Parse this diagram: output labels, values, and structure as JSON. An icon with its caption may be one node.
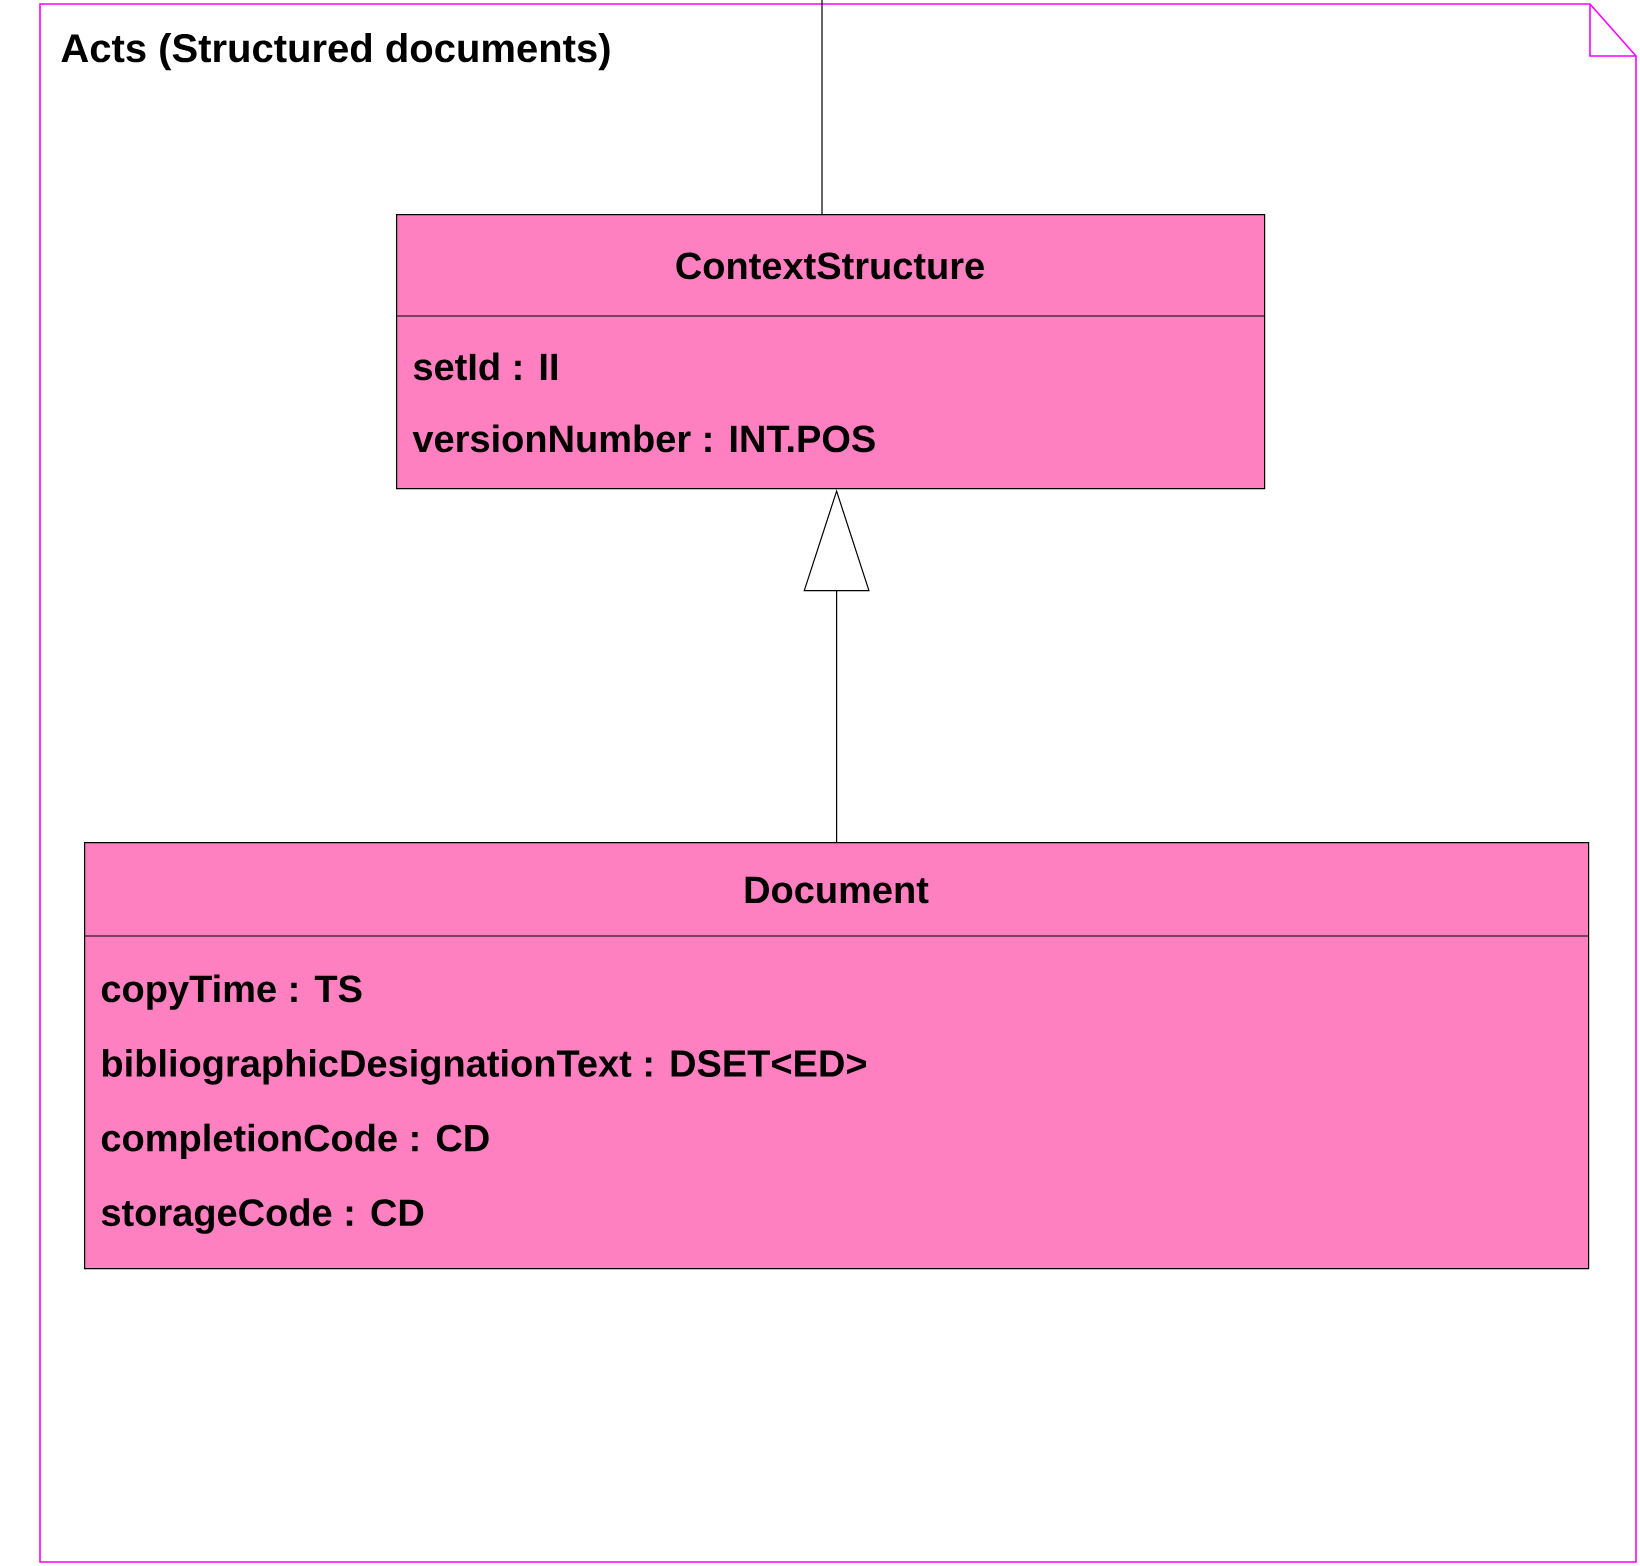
{
  "diagram": {
    "nodes": [
      {
        "text": [
          "Acts (Structured documents)"
        ]
      },
      {
        "text": [
          "ContextStructure",
          "setId : II",
          "versionNumber : INT.POS"
        ],
        "in": 0
      },
      {
        "text": [
          "Document",
          "copyTime : TS",
          "bibliographicDesignationText : DSET<ED>",
          "completionCode : CD",
          "storageCode : CD"
        ],
        "in": 0
      }
    ],
    "edges": [
      {
        "from": null,
        "to": 1,
        "arrow": "none"
      },
      {
        "from": 2,
        "to": 1,
        "arrow": "to"
      }
    ]
  }
}
